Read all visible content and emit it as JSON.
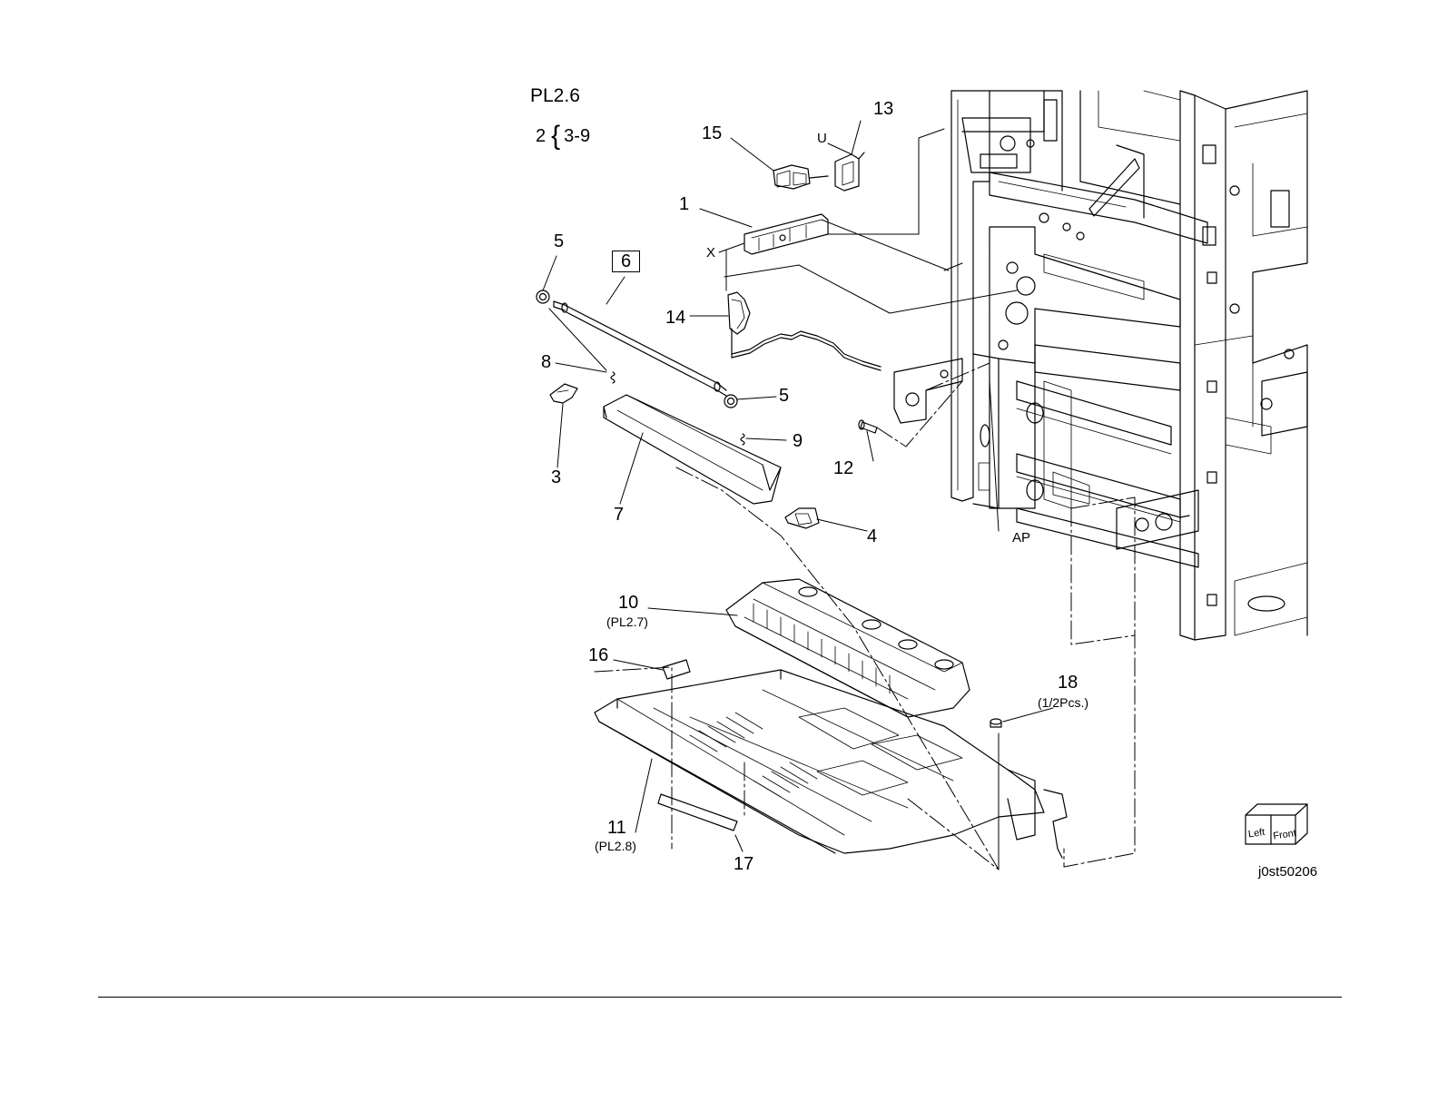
{
  "plate": {
    "title": "PL2.6",
    "group_item": "2",
    "group_range": "3-9"
  },
  "callouts": {
    "c1": "1",
    "c3": "3",
    "c4": "4",
    "c5a": "5",
    "c5b": "5",
    "c6": "6",
    "c7": "7",
    "c8": "8",
    "c9": "9",
    "c10": "10",
    "c10_ref": "(PL2.7)",
    "c11": "11",
    "c11_ref": "(PL2.8)",
    "c12": "12",
    "c13": "13",
    "c14": "14",
    "c15": "15",
    "c16": "16",
    "c17": "17",
    "c18": "18",
    "c18_qty": "(1/2Pcs.)"
  },
  "connector_marks": {
    "u": "U",
    "x": "X",
    "ap": "AP"
  },
  "orientation_cube": {
    "left_label": "Left",
    "front_label": "Front"
  },
  "figure_id": "j0st50206",
  "colors": {
    "line": "#000000",
    "background": "#ffffff"
  }
}
